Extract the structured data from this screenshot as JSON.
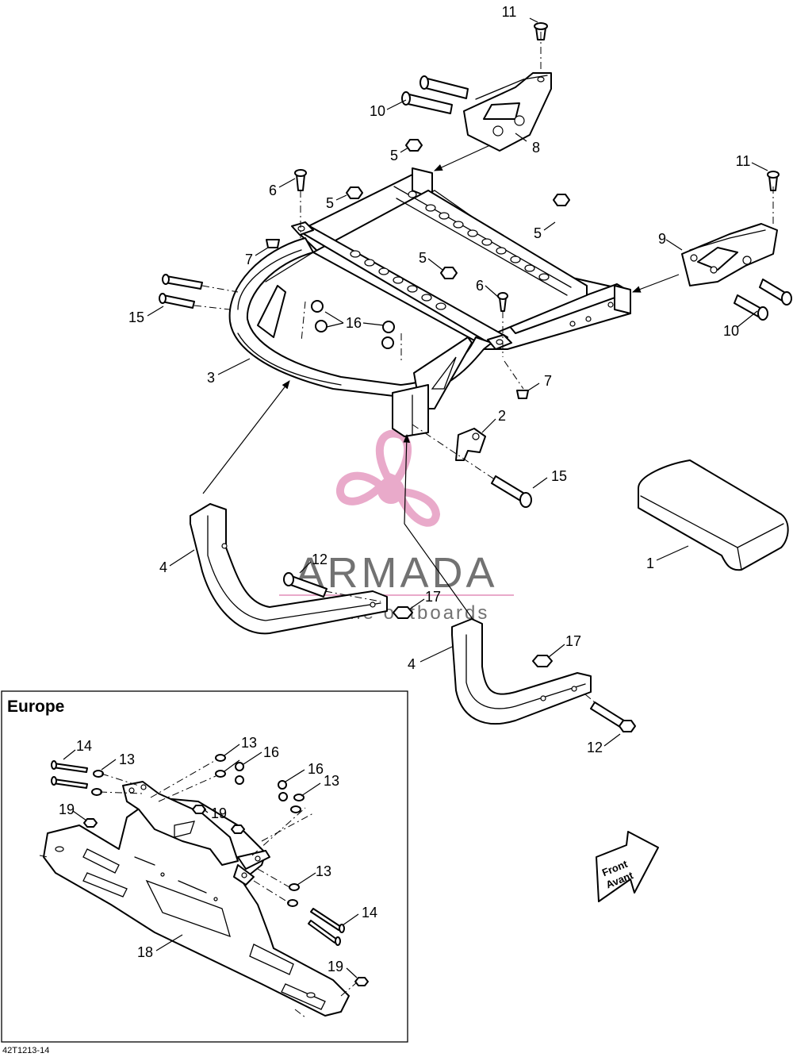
{
  "callouts": {
    "c11a": "11",
    "c10a": "10",
    "c8": "8",
    "c5a": "5",
    "c6a": "6",
    "c5b": "5",
    "c11b": "11",
    "c9": "9",
    "c5c": "5",
    "c7a": "7",
    "c5d": "5",
    "c6b": "6",
    "c15a": "15",
    "c16a": "16",
    "c10b": "10",
    "c3": "3",
    "c7b": "7",
    "c2": "2",
    "c15b": "15",
    "c1": "1",
    "c4a": "4",
    "c12a": "12",
    "c17a": "17",
    "c4b": "4",
    "c17b": "17",
    "c12b": "12"
  },
  "europe": {
    "title": "Europe",
    "callouts": {
      "e14a": "14",
      "e13a": "13",
      "e13b": "13",
      "e16a": "16",
      "e16b": "16",
      "e13c": "13",
      "e19a": "19",
      "e19b": "19",
      "e13d": "13",
      "e14b": "14",
      "e18": "18",
      "e19c": "19"
    }
  },
  "front_marker": {
    "line1": "Front",
    "line2": "Avant"
  },
  "watermark": {
    "name": "ARMADA",
    "tagline": "marine outboards",
    "color": "#e8a6c8"
  },
  "diagram_code": "42T1213-14"
}
